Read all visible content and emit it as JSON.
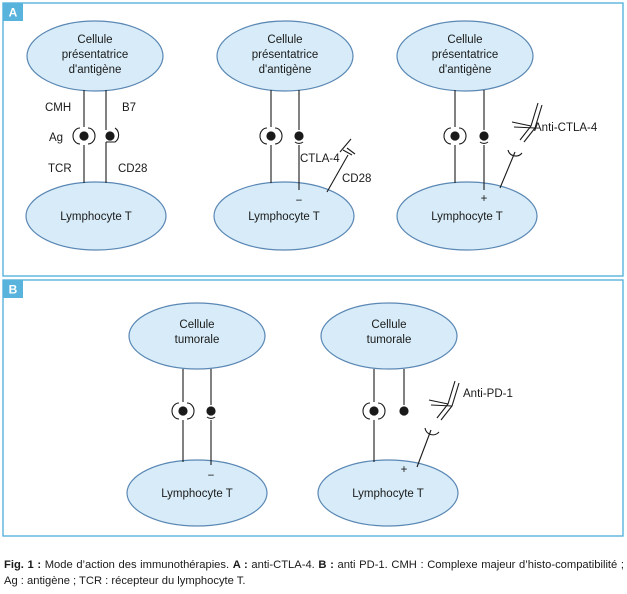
{
  "colors": {
    "frame": "#58b4dc",
    "ellipse_fill": "#d7ecf8",
    "ellipse_stroke": "#5a87b4",
    "badge": "#58b4dc",
    "line": "#1a1a1a"
  },
  "panel_a": {
    "label": "A",
    "cells": [
      {
        "apc_line1": "Cellule",
        "apc_line2": "présentatrice",
        "apc_line3": "d'antigène",
        "lymph": "Lymphocyte T"
      },
      {
        "apc_line1": "Cellule",
        "apc_line2": "présentatrice",
        "apc_line3": "d'antigène",
        "lymph": "Lymphocyte T"
      },
      {
        "apc_line1": "Cellule",
        "apc_line2": "présentatrice",
        "apc_line3": "d'antigène",
        "lymph": "Lymphocyte T"
      }
    ],
    "labels": {
      "cmh": "CMH",
      "b7": "B7",
      "ag": "Ag",
      "tcr": "TCR",
      "cd28_left": "CD28",
      "ctla4": "CTLA-4",
      "cd28_right": "CD28",
      "anti_ctla4": "Anti-CTLA-4"
    },
    "signs": {
      "minus": "−",
      "plus": "+"
    }
  },
  "panel_b": {
    "label": "B",
    "cells": [
      {
        "tumor_line1": "Cellule",
        "tumor_line2": "tumorale",
        "lymph": "Lymphocyte T"
      },
      {
        "tumor_line1": "Cellule",
        "tumor_line2": "tumorale",
        "lymph": "Lymphocyte T"
      }
    ],
    "labels": {
      "anti_pd1": "Anti-PD-1"
    },
    "signs": {
      "minus": "−",
      "plus": "+"
    }
  },
  "caption": {
    "fig_label": "Fig. 1 :",
    "text1": " Mode d’action des immunothérapies. ",
    "a_label": "A :",
    "text2": " anti-CTLA-4. ",
    "b_label": "B :",
    "text3": " anti PD-1. CMH : Complexe majeur d’histo-compatibilité ; Ag : antigène ; TCR : récepteur du lymphocyte T."
  }
}
